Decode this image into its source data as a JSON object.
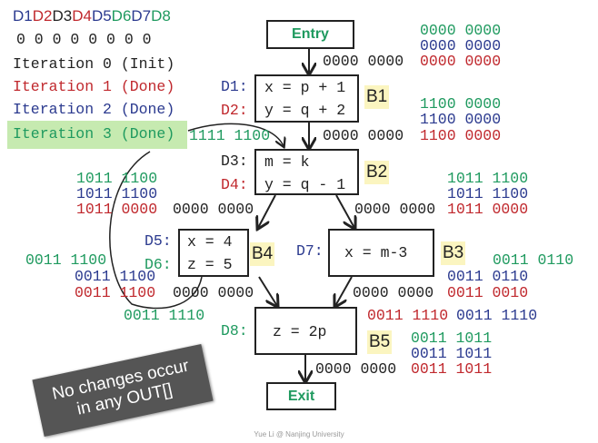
{
  "legend": {
    "defs": [
      "D1",
      "D2",
      "D3",
      "D4",
      "D5",
      "D6",
      "D7",
      "D8"
    ],
    "def_colors": [
      "#2b3a8f",
      "#c0282d",
      "#222222",
      "#c0282d",
      "#2b3a8f",
      "#1f9a5f",
      "#2b3a8f",
      "#1f9a5f"
    ],
    "zeros": "0 0 0 0 0 0 0 0"
  },
  "iterations": [
    {
      "label": "Iteration 0 (Init)",
      "color": "#222222"
    },
    {
      "label": "Iteration 1 (Done)",
      "color": "#c0282d"
    },
    {
      "label": "Iteration 2 (Done)",
      "color": "#2b3a8f"
    },
    {
      "label": "Iteration 3 (Done)",
      "color": "#1f9a5f",
      "highlighted": true
    }
  ],
  "nodes": {
    "entry": "Entry",
    "exit": "Exit",
    "B1": {
      "name": "B1",
      "defs": [
        "D1:",
        "D2:"
      ],
      "stmts": [
        "x = p + 1",
        "y = q + 2"
      ]
    },
    "B2": {
      "name": "B2",
      "defs": [
        "D3:",
        "D4:"
      ],
      "stmts": [
        "m = k",
        "y = q - 1"
      ]
    },
    "B3": {
      "name": "B3",
      "defs": [
        "D7:"
      ],
      "stmts": [
        "x = m-3"
      ]
    },
    "B4": {
      "name": "B4",
      "defs": [
        "D5:",
        "D6:"
      ],
      "stmts": [
        "x = 4",
        "z = 5"
      ]
    },
    "B5": {
      "name": "B5",
      "defs": [
        "D8:"
      ],
      "stmts": [
        "z = 2p"
      ]
    }
  },
  "bitvectors": {
    "entry_out": {
      "init": "0000 0000",
      "it1": "0000 0000",
      "it2": "0000 0000",
      "it3": "0000 0000"
    },
    "B1_out": {
      "init": "0000 0000",
      "it1": "1100 0000",
      "it2": "1100 0000",
      "it3": "1100 0000"
    },
    "B2_in_it3": "1111 1100",
    "B2_out_left": {
      "init": "0000 0000",
      "it1": "1011 0000",
      "it2": "1011 1100",
      "it3": "1011 1100"
    },
    "B2_out_right": {
      "init": "0000 0000",
      "it1": "1011 0000",
      "it2": "1011 1100",
      "it3": "1011 1100"
    },
    "B4_out": {
      "init": "0000 0000",
      "it1": "0011 1100",
      "it2": "0011 1100",
      "it3": "0011 1100"
    },
    "B3_out": {
      "init": "0000 0000",
      "it1": "0011 0010",
      "it2": "0011 0110",
      "it3": "0011 0110"
    },
    "B5_in": {
      "it1": "0011 1110",
      "it2": "0011 1110",
      "it3": "0011 1110"
    },
    "B5_out": {
      "init": "0000 0000",
      "it1": "0011 1011",
      "it2": "0011 1011",
      "it3": "0011 1011"
    }
  },
  "banner": {
    "line1": "No changes occur",
    "line2": "in any OUT[]"
  },
  "footer": "Yue Li @ Nanjing University"
}
